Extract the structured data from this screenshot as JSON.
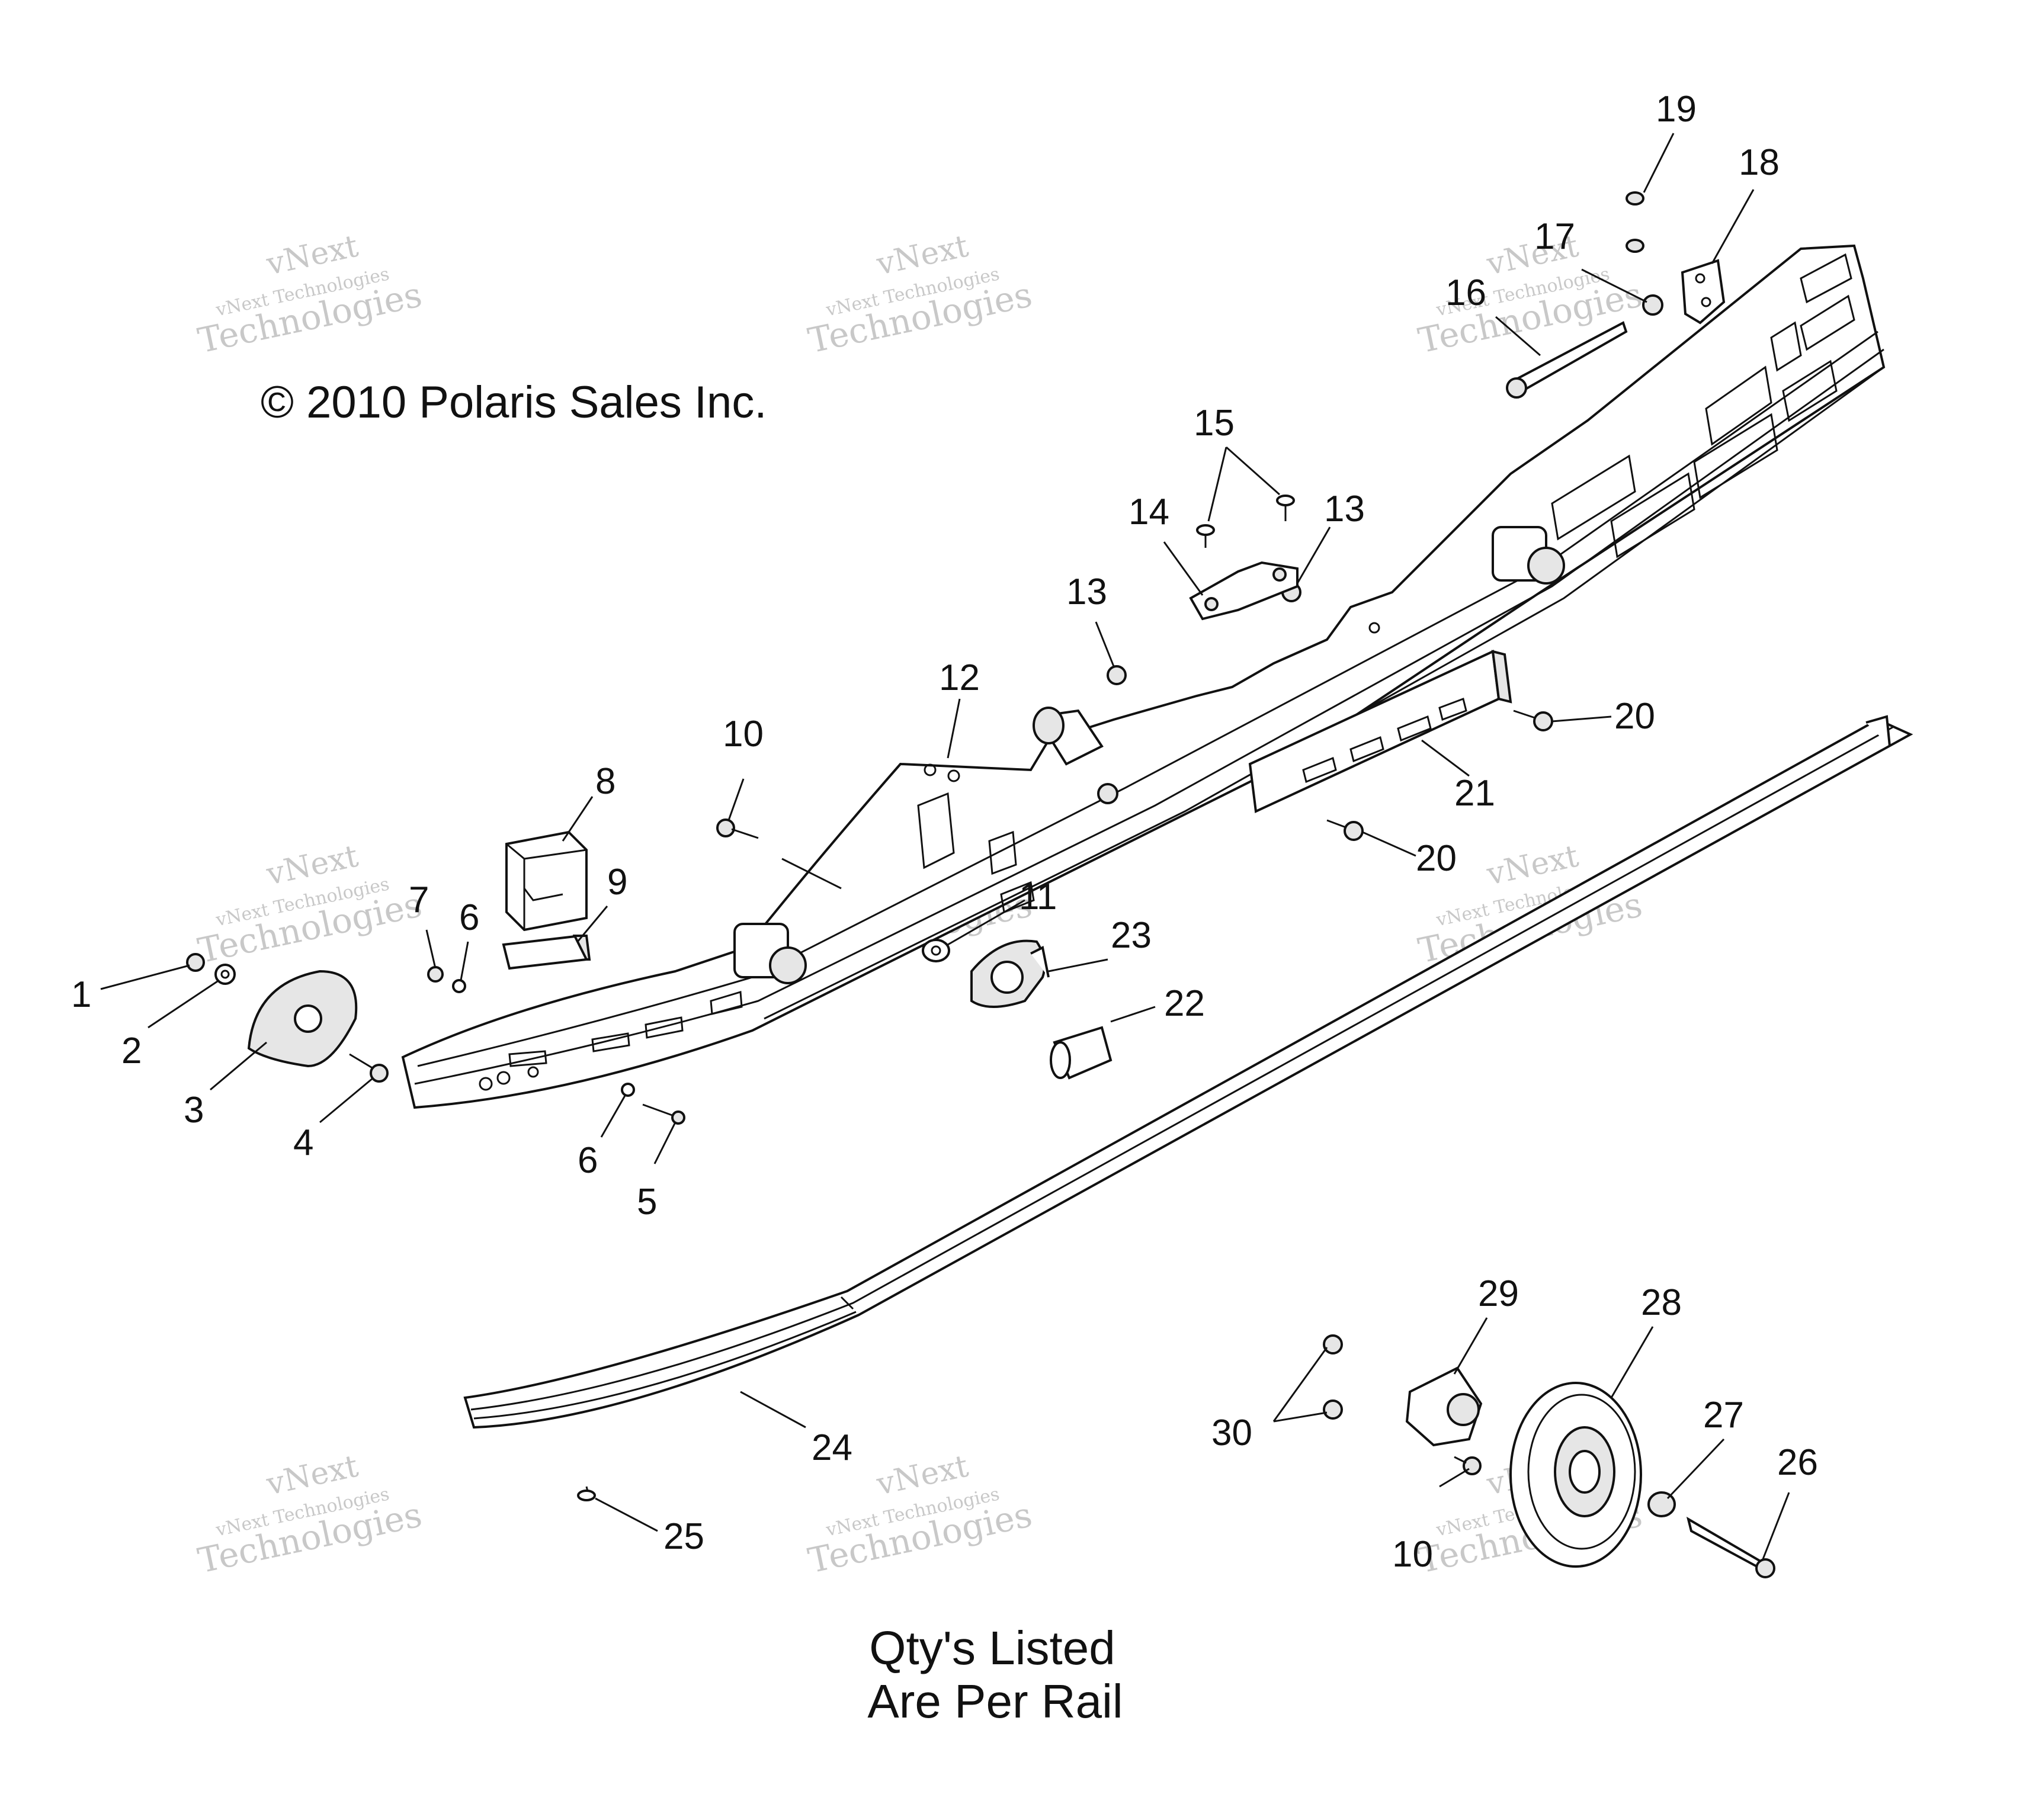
{
  "copyright": "© 2010 Polaris Sales Inc.",
  "note": [
    "Qty's Listed",
    "Are Per Rail"
  ],
  "watermark": {
    "line1": "vNext",
    "line2": "vNext Technologies",
    "line3": "Technologies"
  },
  "callouts": [
    "1",
    "2",
    "3",
    "4",
    "5",
    "6",
    "6",
    "7",
    "8",
    "9",
    "10",
    "10",
    "11",
    "12",
    "13",
    "13",
    "14",
    "15",
    "16",
    "17",
    "18",
    "19",
    "20",
    "20",
    "21",
    "22",
    "23",
    "24",
    "25",
    "26",
    "27",
    "28",
    "29",
    "30"
  ]
}
